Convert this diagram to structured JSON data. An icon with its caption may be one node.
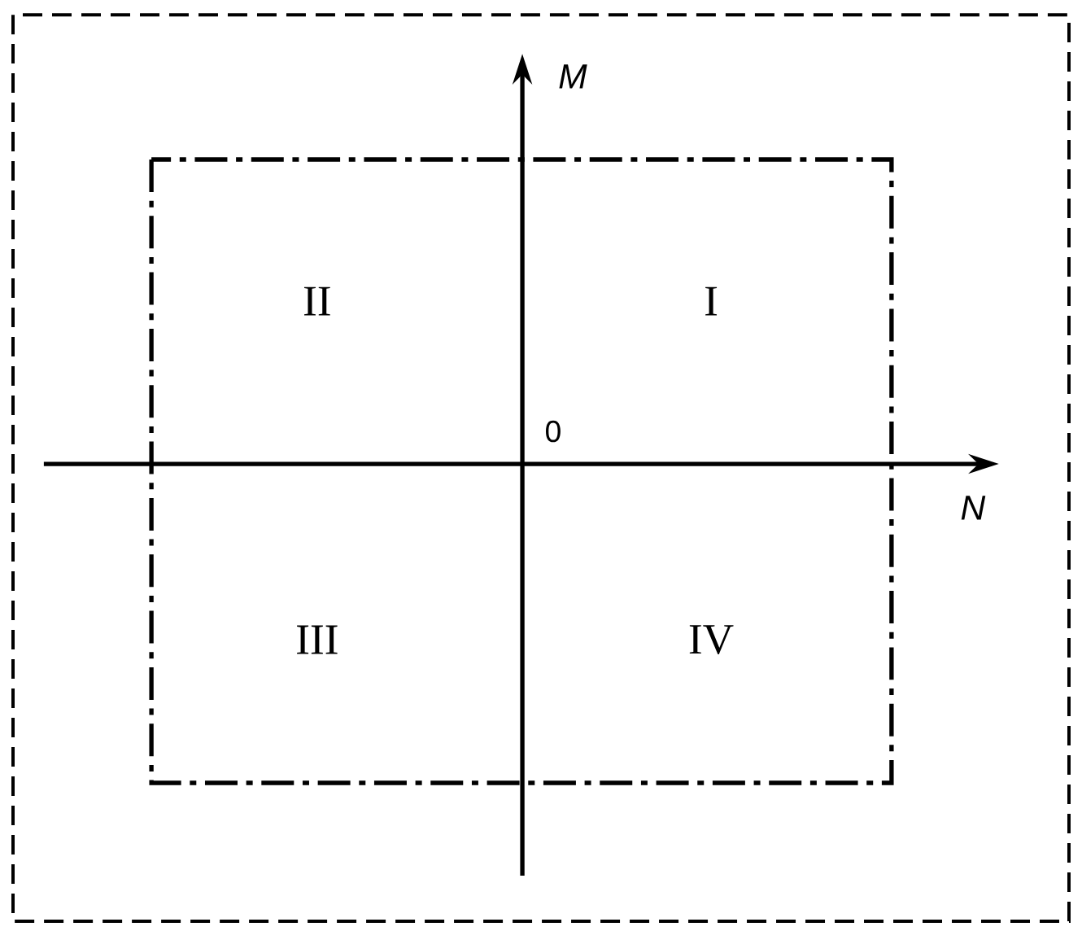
{
  "diagram": {
    "labels": [
      "M",
      "II",
      "I",
      "0",
      "N",
      "III",
      "IV"
    ]
  }
}
